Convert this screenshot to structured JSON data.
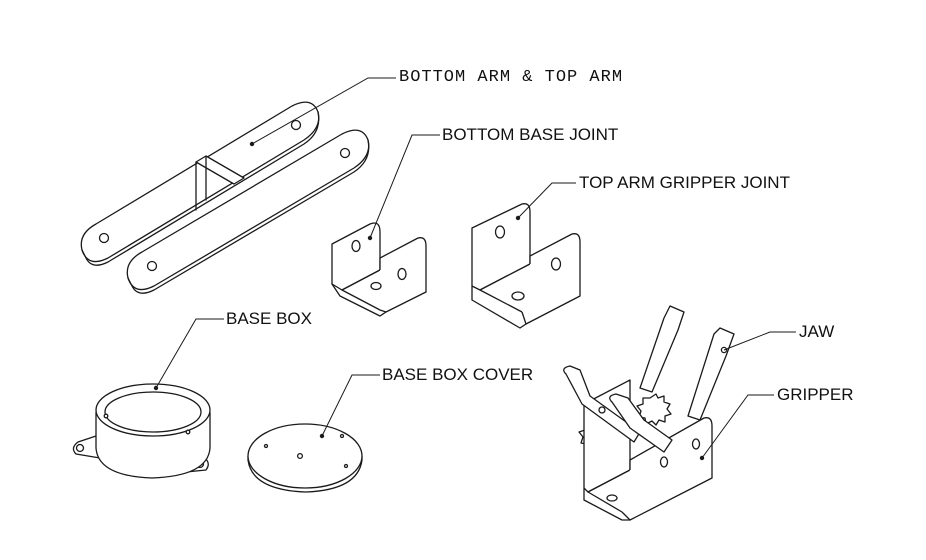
{
  "labels": {
    "bottom_arm_top_arm": "BOTTOM ARM & TOP ARM",
    "bottom_base_joint": "BOTTOM BASE JOINT",
    "top_arm_gripper_joint": "TOP ARM GRIPPER JOINT",
    "base_box": "BASE BOX",
    "base_box_cover": "BASE BOX COVER",
    "jaw": "JAW",
    "gripper": "GRIPPER"
  }
}
